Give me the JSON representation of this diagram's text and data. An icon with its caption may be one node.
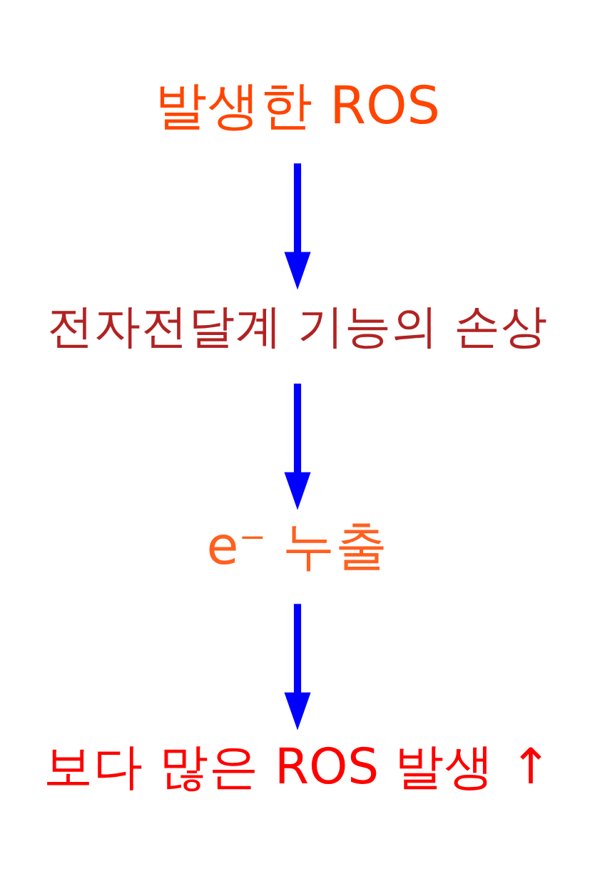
{
  "diagram": {
    "nodes": [
      {
        "text": [
          "발생한 ROS"
        ]
      },
      {
        "text": [
          "전자전달계 기능의 손상"
        ]
      },
      {
        "text": [
          "e⁻ 누출"
        ]
      },
      {
        "text": [
          "보다 많은 ROS 발생 ↑"
        ]
      }
    ],
    "edges": [
      {
        "from": 0,
        "to": 1,
        "arrow": "to"
      },
      {
        "from": 1,
        "to": 2,
        "arrow": "to"
      },
      {
        "from": 2,
        "to": 3,
        "arrow": "to"
      }
    ]
  }
}
